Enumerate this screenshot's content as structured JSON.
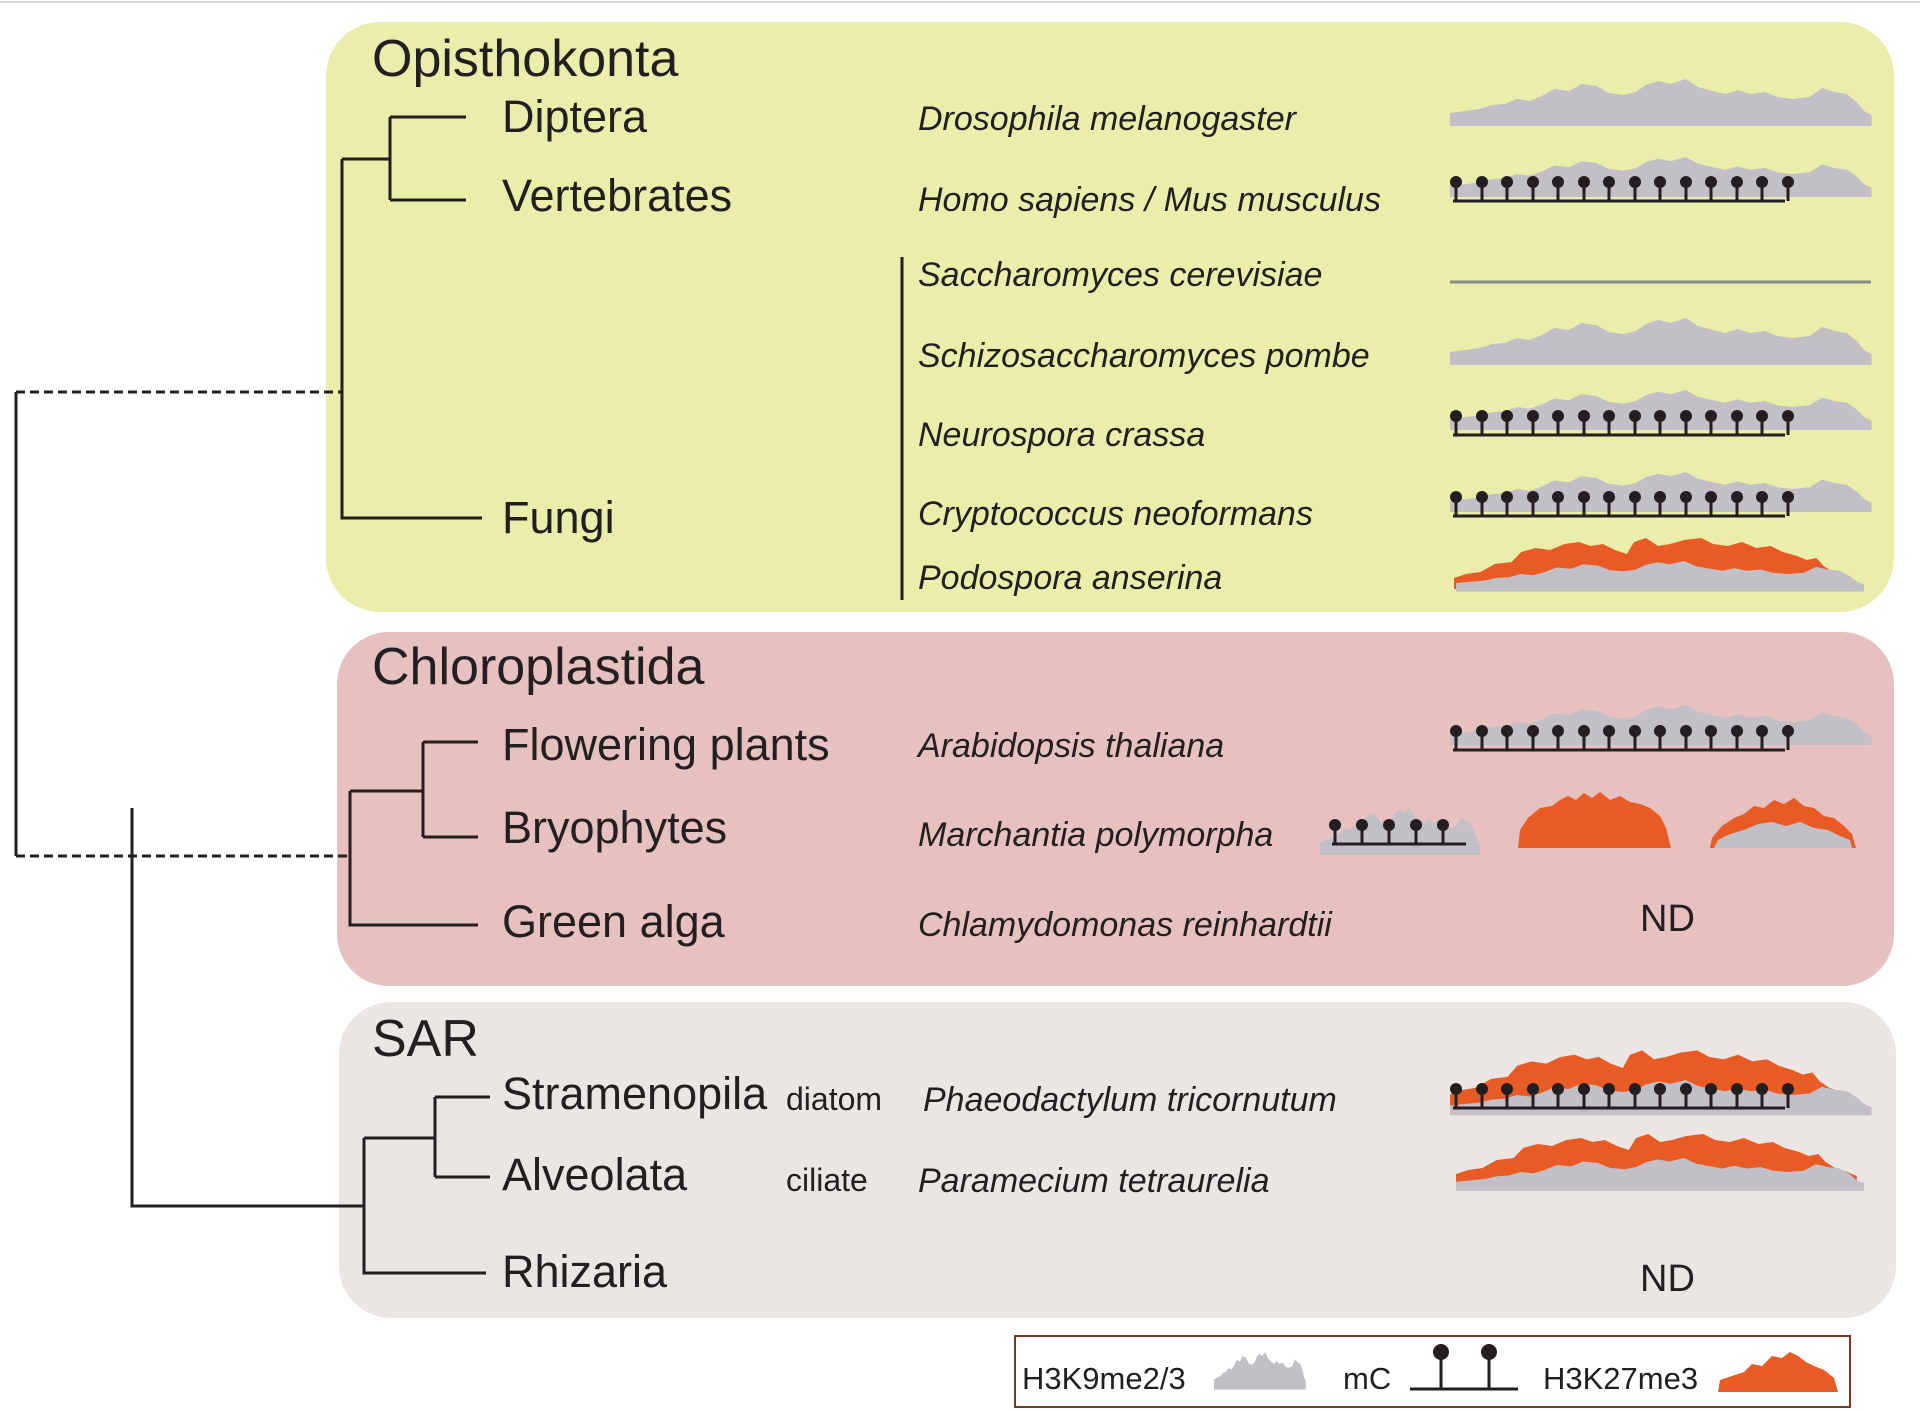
{
  "colors": {
    "opisthokonta_bg": "#eaeeaa",
    "chloroplastida_bg": "#e6c1c0",
    "sar_bg": "#ebe6e3",
    "h3k9_grey": "#c2bfc6",
    "h3k27_orange": "#e95b24",
    "lollipop": "#231f20",
    "tree_line": "#231f20"
  },
  "groups": [
    {
      "title": "Opisthokonta",
      "rows": [
        {
          "clade": "Diptera",
          "species": "Drosophila melanogaster",
          "marks": [
            "H3K9me2/3"
          ]
        },
        {
          "clade": "Vertebrates",
          "species": "Homo sapiens / Mus musculus",
          "marks": [
            "H3K9me2/3",
            "mC"
          ]
        },
        {
          "clade": "",
          "species": "Saccharomyces cerevisiae",
          "marks": []
        },
        {
          "clade": "",
          "species": "Schizosaccharomyces pombe",
          "marks": [
            "H3K9me2/3"
          ]
        },
        {
          "clade": "",
          "species": "Neurospora crassa",
          "marks": [
            "H3K9me2/3",
            "mC"
          ]
        },
        {
          "clade": "Fungi",
          "species": "Cryptococcus neoformans",
          "marks": [
            "H3K9me2/3",
            "mC"
          ]
        },
        {
          "clade": "",
          "species": "Podospora anserina",
          "marks": [
            "H3K9me2/3",
            "H3K27me3"
          ]
        }
      ]
    },
    {
      "title": "Chloroplastida",
      "rows": [
        {
          "clade": "Flowering plants",
          "species": "Arabidopsis thaliana",
          "marks": [
            "H3K9me2/3",
            "mC"
          ]
        },
        {
          "clade": "Bryophytes",
          "species": "Marchantia polymorpha",
          "marks": [
            "H3K9me2/3 + mC",
            "H3K27me3",
            "H3K27me3 + H3K9me2/3"
          ]
        },
        {
          "clade": "Green alga",
          "species": "Chlamydomonas reinhardtii",
          "status": "ND"
        }
      ]
    },
    {
      "title": "SAR",
      "rows": [
        {
          "clade": "Stramenopila",
          "common": "diatom",
          "species": "Phaeodactylum tricornutum",
          "marks": [
            "H3K9me2/3",
            "mC",
            "H3K27me3"
          ]
        },
        {
          "clade": "Alveolata",
          "common": "ciliate",
          "species": "Paramecium tetraurelia",
          "marks": [
            "H3K9me2/3",
            "H3K27me3"
          ]
        },
        {
          "clade": "Rhizaria",
          "species": "",
          "status": "ND"
        }
      ]
    }
  ],
  "legend": [
    {
      "label": "H3K9me2/3",
      "icon": "grey-peak-icon"
    },
    {
      "label": "mC",
      "icon": "lollipop-icon"
    },
    {
      "label": "H3K27me3",
      "icon": "orange-peak-icon"
    }
  ]
}
